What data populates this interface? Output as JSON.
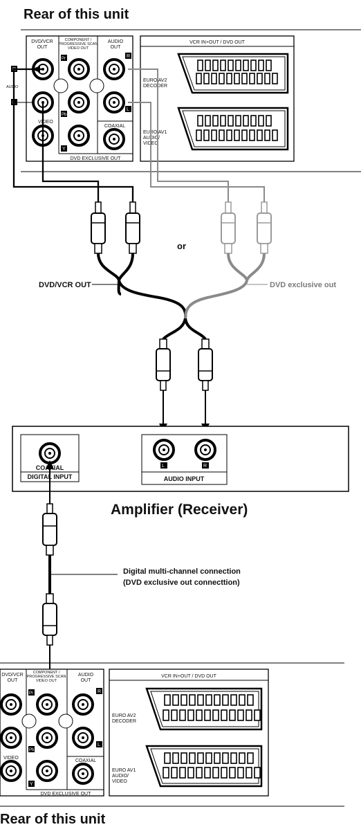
{
  "headings": {
    "top": "Rear of this unit",
    "bottom": "Rear of this unit",
    "amplifier": "Amplifier (Receiver)"
  },
  "labels": {
    "or": "or",
    "dvd_vcr_out": "DVD/VCR OUT",
    "dvd_exclusive_out": "DVD exclusive out",
    "digital_line1": "Digital multi-channel connection",
    "digital_line2": "(DVD exclusive out connecttion)"
  },
  "unit_panel": {
    "dvd_vcr_out": [
      "DVD/VCR",
      "OUT"
    ],
    "component": [
      "COMPONENT /",
      "PROGRESSIVE SCAN",
      "VIDEO OUT"
    ],
    "audio_out": [
      "AUDIO",
      "OUT"
    ],
    "audio": "AUDIO",
    "video": "VIDEO",
    "coaxial": "COAXIAL",
    "pr": "Pr",
    "pb": "Pb",
    "y": "Y",
    "r": "R",
    "l": "L",
    "dvd_exclusive": "DVD EXCLUSIVE OUT",
    "vcr_inout": "VCR IN+OUT / DVD OUT",
    "euro_av2": [
      "EURO AV2",
      "DECODER"
    ],
    "euro_av1": [
      "EURO AV1",
      "AUDIO/",
      "VIDEO"
    ]
  },
  "amplifier": {
    "coaxial": "COAXIAL",
    "digital_input": "DIGITAL INPUT",
    "audio_input": "AUDIO INPUT",
    "l": "L",
    "r": "R"
  },
  "colors": {
    "line": "#000000",
    "gray": "#8a8a8a",
    "light_gray": "#c8c8c8"
  }
}
